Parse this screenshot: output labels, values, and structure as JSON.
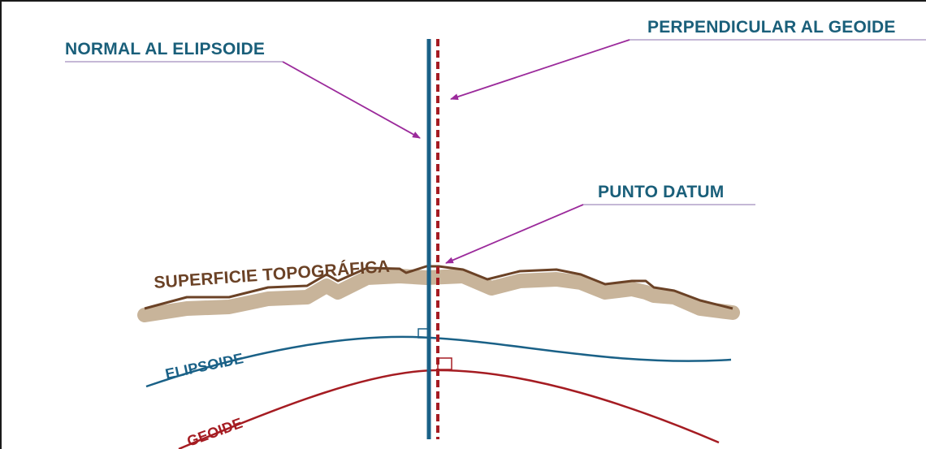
{
  "labels": {
    "normal_elipsoide": "NORMAL AL ELIPSOIDE",
    "perpendicular_geoide": "PERPENDICULAR AL GEOIDE",
    "punto_datum": "PUNTO DATUM",
    "superficie": "SUPERFICIE TOPOGRÁFICA",
    "elipsoide": "ELIPSOIDE",
    "geoide": "GEOIDE"
  },
  "colors": {
    "label_teal": "#1a5f7a",
    "ellipsoid_blue": "#1a6187",
    "geoid_red": "#a51c22",
    "topo_brown": "#6b4226",
    "topo_shadow": "#c8b49a",
    "leader_line": "#9b2a9b",
    "underline_gray": "#b2a0c8"
  }
}
